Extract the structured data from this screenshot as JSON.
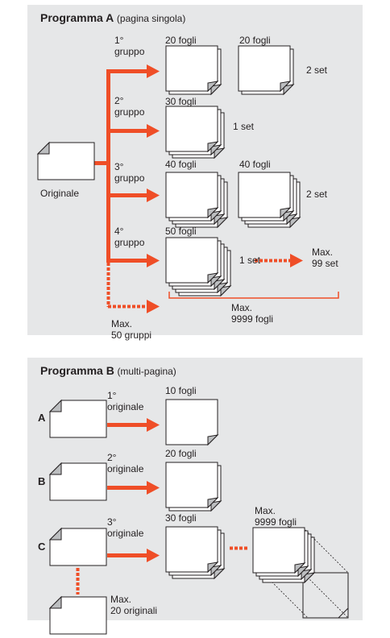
{
  "colors": {
    "panel": "#e6e7e8",
    "arrow": "#ef4e27",
    "paper": "#ffffff",
    "fold": "#bcbec0",
    "stroke": "#231f20"
  },
  "program_a": {
    "title": "Programma A",
    "subtitle": "(pagina singola)",
    "original_label": "Originale",
    "groups": [
      {
        "label_line1": "1°",
        "label_line2": "gruppo",
        "sheets_1": "20 fogli",
        "sheets_2": "20 fogli",
        "sets": "2 set"
      },
      {
        "label_line1": "2°",
        "label_line2": "gruppo",
        "sheets_1": "30 fogli",
        "sets": "1 set"
      },
      {
        "label_line1": "3°",
        "label_line2": "gruppo",
        "sheets_1": "40 fogli",
        "sheets_2": "40 fogli",
        "sets": "2 set"
      },
      {
        "label_line1": "4°",
        "label_line2": "gruppo",
        "sheets_1": "50 fogli",
        "sets": "1 set"
      }
    ],
    "max_sets_line1": "Max.",
    "max_sets_line2": "99 set",
    "max_sheets_line1": "Max.",
    "max_sheets_line2": "9999 fogli",
    "max_groups_line1": "Max.",
    "max_groups_line2": "50 gruppi"
  },
  "program_b": {
    "title": "Programma B",
    "subtitle": "(multi-pagina)",
    "rows": [
      {
        "letter": "A",
        "label_line1": "1°",
        "label_line2": "originale",
        "sheets": "10 fogli"
      },
      {
        "letter": "B",
        "label_line1": "2°",
        "label_line2": "originale",
        "sheets": "20 fogli"
      },
      {
        "letter": "C",
        "label_line1": "3°",
        "label_line2": "originale",
        "sheets": "30 fogli"
      }
    ],
    "max_sheets_line1": "Max.",
    "max_sheets_line2": "9999 fogli",
    "max_originals_line1": "Max.",
    "max_originals_line2": "20 originali"
  }
}
